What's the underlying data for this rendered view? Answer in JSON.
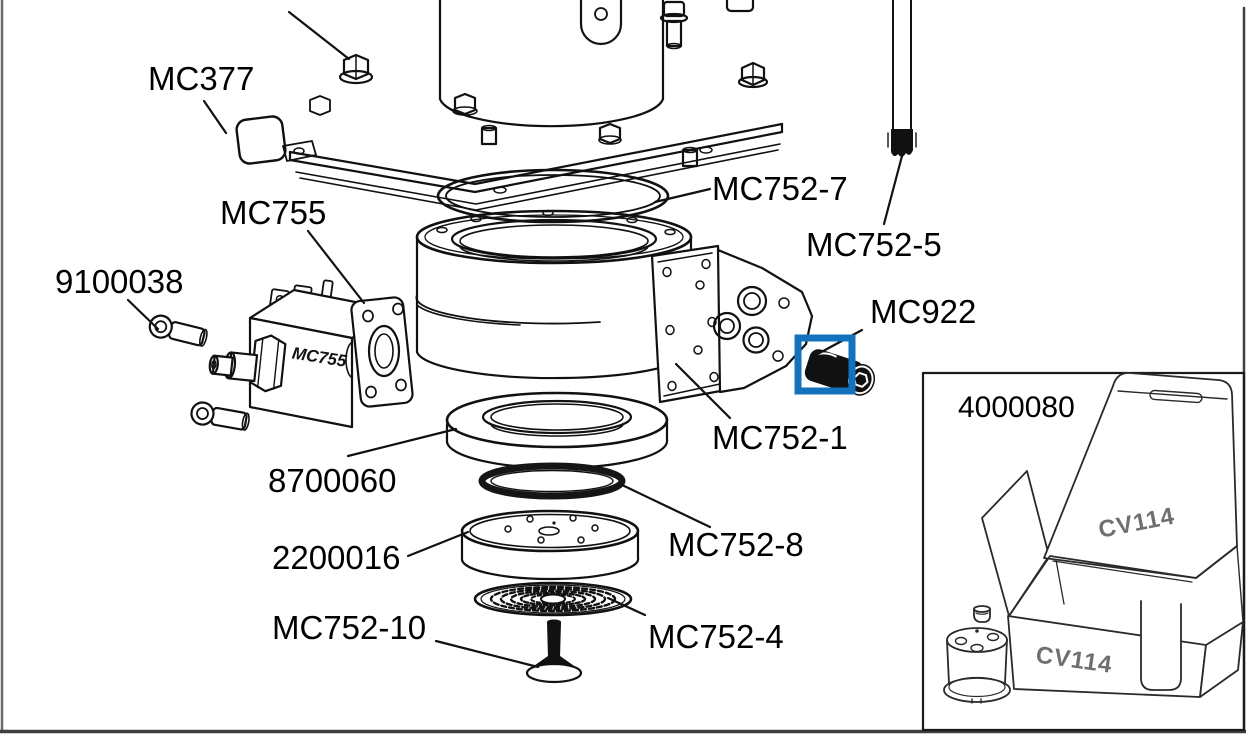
{
  "diagram": {
    "type": "exploded-parts-diagram",
    "labels": {
      "mc377": "MC377",
      "mc755": "MC755",
      "n9100038": "9100038",
      "mc752_7": "MC752-7",
      "mc752_5": "MC752-5",
      "mc922": "MC922",
      "mc752_1": "MC752-1",
      "n8700060": "8700060",
      "mc752_8": "MC752-8",
      "n2200016": "2200016",
      "mc752_4": "MC752-4",
      "mc752_10": "MC752-10"
    },
    "markings": {
      "solenoid_body": "MC755"
    },
    "highlight": {
      "part": "MC922",
      "color": "#1272BE"
    },
    "inset": {
      "part_number": "4000080",
      "carton_lid_marking": "CV114",
      "carton_front_marking": "CV114"
    }
  }
}
